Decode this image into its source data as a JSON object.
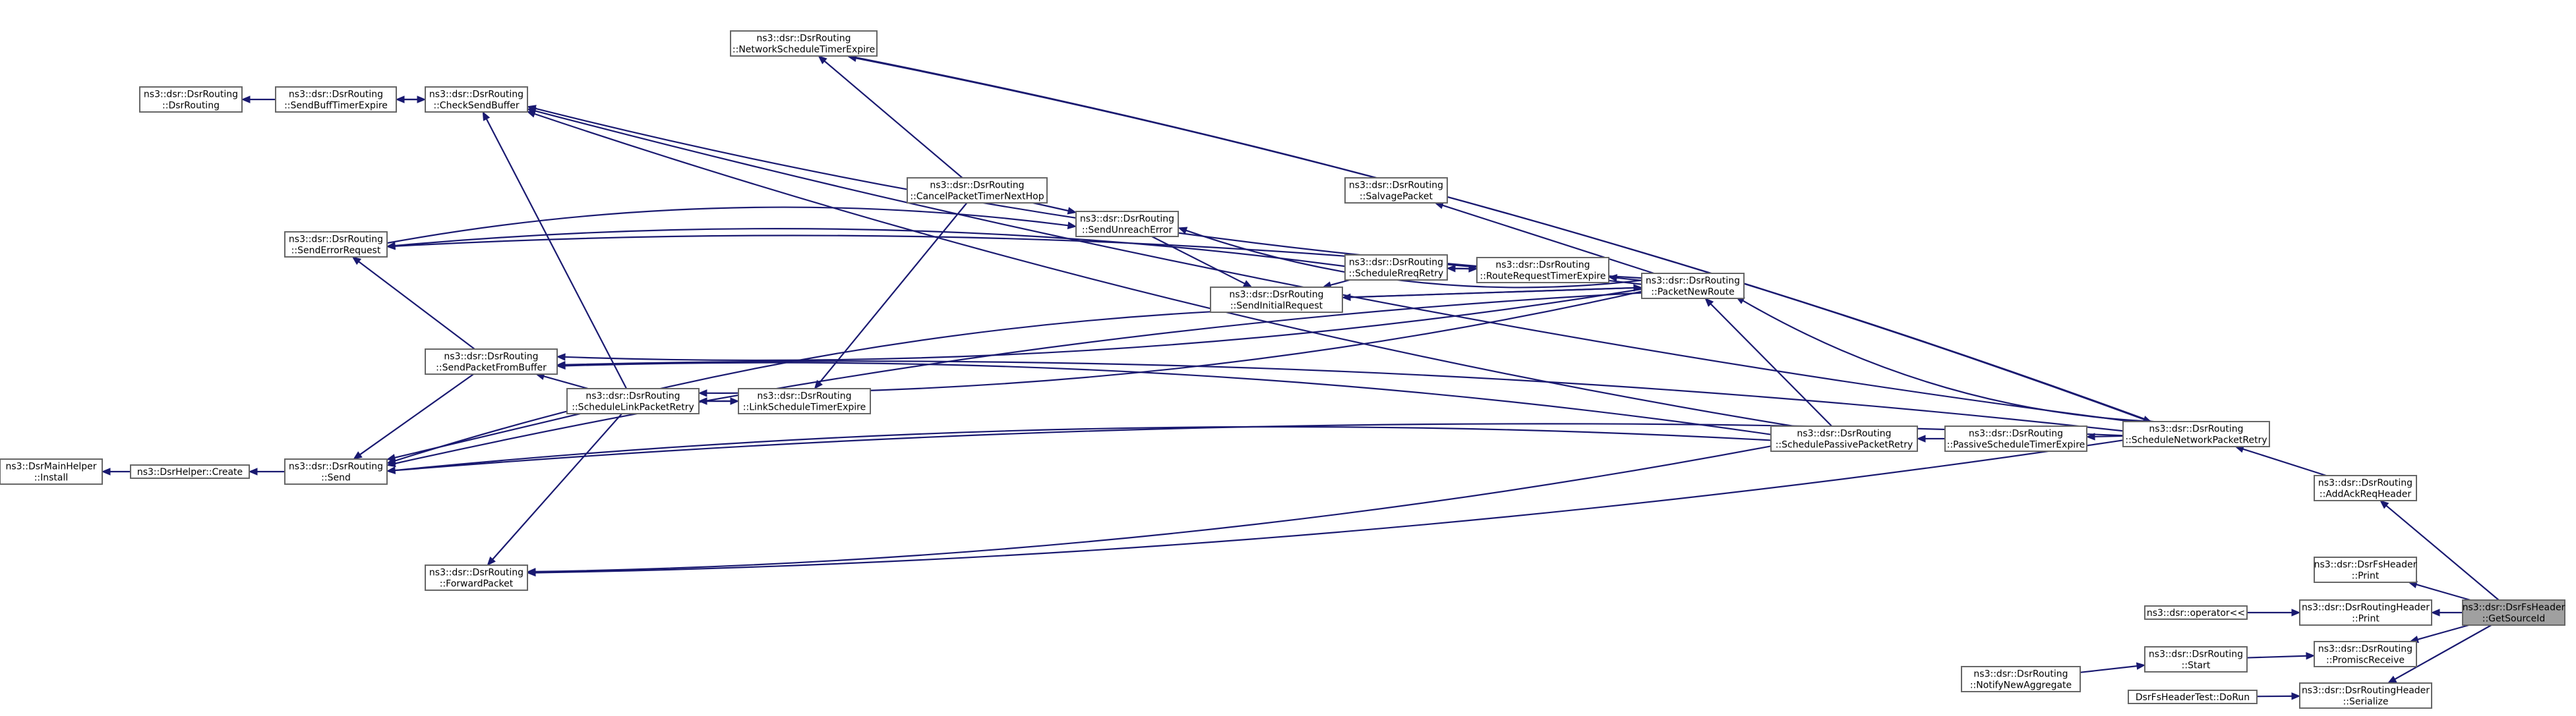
{
  "colors": {
    "edge": "#191970",
    "node_border": "#666666",
    "focus_fill": "#a0a0a0",
    "node_fill": "#ffffff"
  },
  "nodes": {
    "get_source_id": {
      "lines": [
        "ns3::dsr::DsrFsHeader",
        "::GetSourceId"
      ],
      "focus": true
    },
    "add_ack_req_header": {
      "lines": [
        "ns3::dsr::DsrRouting",
        "::AddAckReqHeader"
      ]
    },
    "fs_header_print": {
      "lines": [
        "ns3::dsr::DsrFsHeader",
        "::Print"
      ]
    },
    "routing_header_print": {
      "lines": [
        "ns3::dsr::DsrRoutingHeader",
        "::Print"
      ]
    },
    "operator_ls": {
      "lines": [
        "ns3::dsr::operator<<"
      ]
    },
    "promisc_receive": {
      "lines": [
        "ns3::dsr::DsrRouting",
        "::PromiscReceive"
      ]
    },
    "start": {
      "lines": [
        "ns3::dsr::DsrRouting",
        "::Start"
      ]
    },
    "notify_new_aggregate": {
      "lines": [
        "ns3::dsr::DsrRouting",
        "::NotifyNewAggregate"
      ]
    },
    "serialize": {
      "lines": [
        "ns3::dsr::DsrRoutingHeader",
        "::Serialize"
      ]
    },
    "do_run": {
      "lines": [
        "DsrFsHeaderTest::DoRun"
      ]
    },
    "schedule_network_packet_retry": {
      "lines": [
        "ns3::dsr::DsrRouting",
        "::ScheduleNetworkPacketRetry"
      ]
    },
    "passive_schedule_timer_expire": {
      "lines": [
        "ns3::dsr::DsrRouting",
        "::PassiveScheduleTimerExpire"
      ]
    },
    "schedule_passive_packet_retry": {
      "lines": [
        "ns3::dsr::DsrRouting",
        "::SchedulePassivePacketRetry"
      ]
    },
    "packet_new_route": {
      "lines": [
        "ns3::dsr::DsrRouting",
        "::PacketNewRoute"
      ]
    },
    "route_request_timer_expire": {
      "lines": [
        "ns3::dsr::DsrRouting",
        "::RouteRequestTimerExpire"
      ]
    },
    "schedule_rreq_retry": {
      "lines": [
        "ns3::dsr::DsrRouting",
        "::ScheduleRreqRetry"
      ]
    },
    "send_initial_request": {
      "lines": [
        "ns3::dsr::DsrRouting",
        "::SendInitialRequest"
      ]
    },
    "salvage_packet": {
      "lines": [
        "ns3::dsr::DsrRouting",
        "::SalvagePacket"
      ]
    },
    "cancel_packet_timer_next_hop": {
      "lines": [
        "ns3::dsr::DsrRouting",
        "::CancelPacketTimerNextHop"
      ]
    },
    "send_unreach_error": {
      "lines": [
        "ns3::dsr::DsrRouting",
        "::SendUnreachError"
      ]
    },
    "network_schedule_timer_expire": {
      "lines": [
        "ns3::dsr::DsrRouting",
        "::NetworkScheduleTimerExpire"
      ]
    },
    "link_schedule_timer_expire": {
      "lines": [
        "ns3::dsr::DsrRouting",
        "::LinkScheduleTimerExpire"
      ]
    },
    "schedule_link_packet_retry": {
      "lines": [
        "ns3::dsr::DsrRouting",
        "::ScheduleLinkPacketRetry"
      ]
    },
    "check_send_buffer": {
      "lines": [
        "ns3::dsr::DsrRouting",
        "::CheckSendBuffer"
      ]
    },
    "send_packet_from_buffer": {
      "lines": [
        "ns3::dsr::DsrRouting",
        "::SendPacketFromBuffer"
      ]
    },
    "send_error_request": {
      "lines": [
        "ns3::dsr::DsrRouting",
        "::SendErrorRequest"
      ]
    },
    "forward_packet": {
      "lines": [
        "ns3::dsr::DsrRouting",
        "::ForwardPacket"
      ]
    },
    "send": {
      "lines": [
        "ns3::dsr::DsrRouting",
        "::Send"
      ]
    },
    "send_buff_timer_expire": {
      "lines": [
        "ns3::dsr::DsrRouting",
        "::SendBuffTimerExpire"
      ]
    },
    "dsr_routing_ctor": {
      "lines": [
        "ns3::dsr::DsrRouting",
        "::DsrRouting"
      ]
    },
    "helper_create": {
      "lines": [
        "ns3::DsrHelper::Create"
      ]
    },
    "main_helper_install": {
      "lines": [
        "ns3::DsrMainHelper",
        "::Install"
      ]
    }
  },
  "edges": [
    [
      "add_ack_req_header",
      "get_source_id"
    ],
    [
      "fs_header_print",
      "get_source_id"
    ],
    [
      "routing_header_print",
      "get_source_id"
    ],
    [
      "promisc_receive",
      "get_source_id"
    ],
    [
      "serialize",
      "get_source_id"
    ],
    [
      "routing_header_print",
      "operator_ls"
    ],
    [
      "promisc_receive",
      "start"
    ],
    [
      "start",
      "notify_new_aggregate"
    ],
    [
      "serialize",
      "do_run"
    ],
    [
      "schedule_network_packet_retry",
      "add_ack_req_header"
    ],
    [
      "passive_schedule_timer_expire",
      "schedule_network_packet_retry"
    ],
    [
      "schedule_passive_packet_retry",
      "passive_schedule_timer_expire"
    ],
    [
      "packet_new_route",
      "schedule_network_packet_retry"
    ],
    [
      "network_schedule_timer_expire",
      "schedule_network_packet_retry"
    ],
    [
      "check_send_buffer",
      "schedule_network_packet_retry"
    ],
    [
      "send_packet_from_buffer",
      "schedule_network_packet_retry"
    ],
    [
      "forward_packet",
      "schedule_network_packet_retry"
    ],
    [
      "send",
      "schedule_network_packet_retry"
    ],
    [
      "schedule_network_packet_retry",
      "network_schedule_timer_expire"
    ],
    [
      "packet_new_route",
      "schedule_passive_packet_retry"
    ],
    [
      "check_send_buffer",
      "schedule_passive_packet_retry"
    ],
    [
      "send_packet_from_buffer",
      "schedule_passive_packet_retry"
    ],
    [
      "forward_packet",
      "schedule_passive_packet_retry"
    ],
    [
      "send",
      "schedule_passive_packet_retry"
    ],
    [
      "route_request_timer_expire",
      "packet_new_route"
    ],
    [
      "salvage_packet",
      "packet_new_route"
    ],
    [
      "send_unreach_error",
      "packet_new_route"
    ],
    [
      "send_initial_request",
      "packet_new_route"
    ],
    [
      "check_send_buffer",
      "packet_new_route"
    ],
    [
      "send_error_request",
      "packet_new_route"
    ],
    [
      "send_packet_from_buffer",
      "packet_new_route"
    ],
    [
      "send",
      "packet_new_route"
    ],
    [
      "schedule_link_packet_retry",
      "packet_new_route"
    ],
    [
      "packet_new_route",
      "send_initial_request"
    ],
    [
      "schedule_rreq_retry",
      "route_request_timer_expire"
    ],
    [
      "route_request_timer_expire",
      "schedule_rreq_retry"
    ],
    [
      "send_initial_request",
      "schedule_rreq_retry"
    ],
    [
      "send_error_request",
      "schedule_rreq_retry"
    ],
    [
      "send_unreach_error",
      "cancel_packet_timer_next_hop"
    ],
    [
      "send_initial_request",
      "send_unreach_error"
    ],
    [
      "send_unreach_error",
      "send_error_request"
    ],
    [
      "network_schedule_timer_expire",
      "cancel_packet_timer_next_hop"
    ],
    [
      "link_schedule_timer_expire",
      "cancel_packet_timer_next_hop"
    ],
    [
      "send",
      "send_initial_request"
    ],
    [
      "schedule_link_packet_retry",
      "link_schedule_timer_expire"
    ],
    [
      "link_schedule_timer_expire",
      "schedule_link_packet_retry"
    ],
    [
      "check_send_buffer",
      "schedule_link_packet_retry"
    ],
    [
      "send_packet_from_buffer",
      "schedule_link_packet_retry"
    ],
    [
      "forward_packet",
      "schedule_link_packet_retry"
    ],
    [
      "send",
      "schedule_link_packet_retry"
    ],
    [
      "send_error_request",
      "send_packet_from_buffer"
    ],
    [
      "send",
      "send_packet_from_buffer"
    ],
    [
      "send_buff_timer_expire",
      "check_send_buffer"
    ],
    [
      "check_send_buffer",
      "send_buff_timer_expire"
    ],
    [
      "dsr_routing_ctor",
      "send_buff_timer_expire"
    ],
    [
      "helper_create",
      "send"
    ],
    [
      "main_helper_install",
      "helper_create"
    ]
  ]
}
